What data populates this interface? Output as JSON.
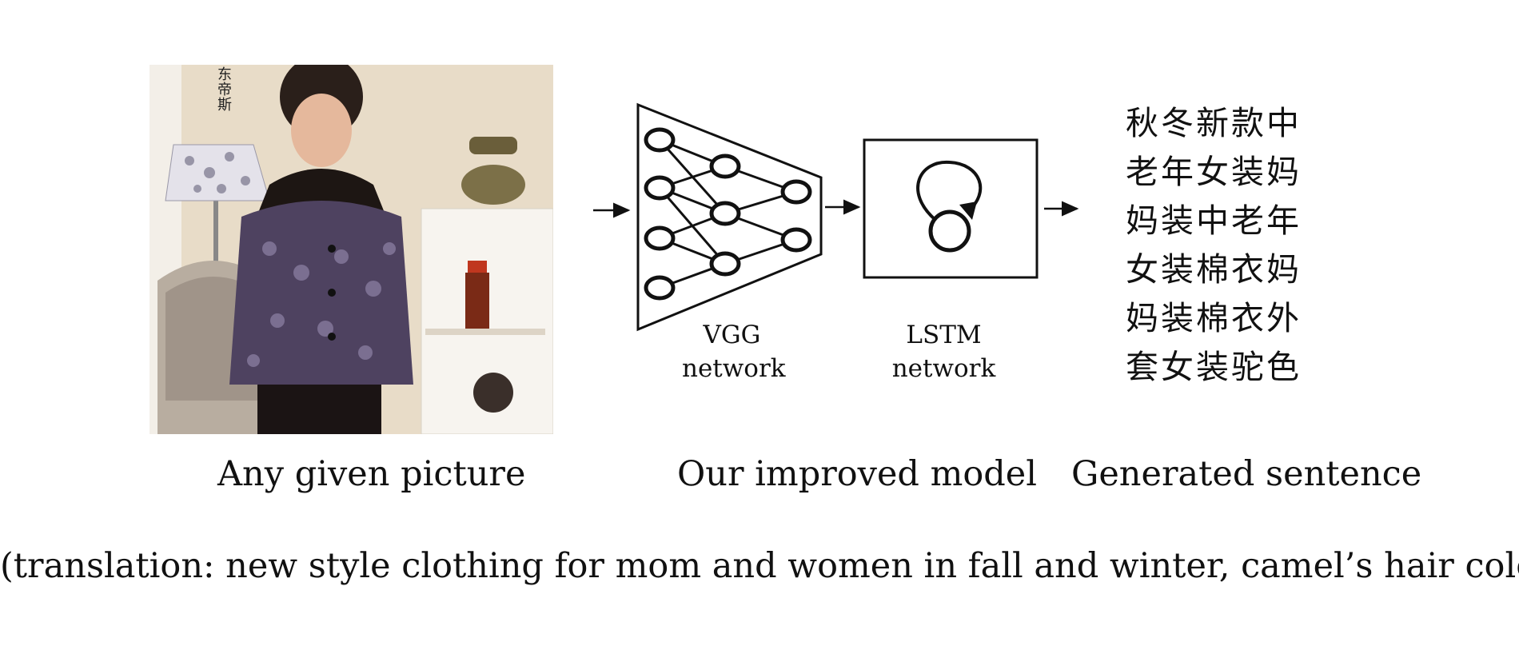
{
  "network_labels": {
    "vgg": [
      "VGG",
      "network"
    ],
    "lstm": [
      "LSTM",
      "network"
    ]
  },
  "generated_sentence_lines": [
    "秋冬新款中",
    "老年女装妈",
    "妈装中老年",
    "女装棉衣妈",
    "妈装棉衣外",
    "套女装驼色"
  ],
  "photo_sign_text": [
    "东",
    "帝",
    "斯"
  ],
  "captions": {
    "input": "Any given picture",
    "model": "Our improved model",
    "output": "Generated sentence"
  },
  "translation": "(translation:  new style clothing for mom and women in fall and winter, camel’s hair color)"
}
